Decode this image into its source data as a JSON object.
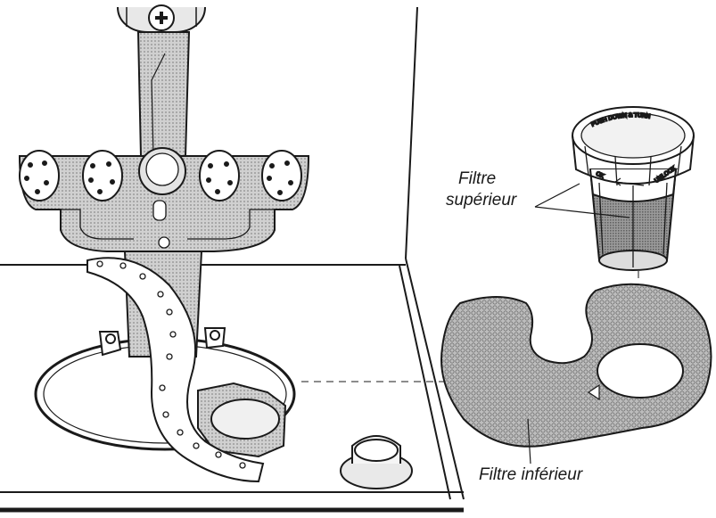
{
  "labels": {
    "upper_filter_line1": "Filtre",
    "upper_filter_line2": "supérieur",
    "lower_filter": "Filtre inférieur"
  },
  "ring_text": {
    "push": "PUSH DOWN & TURN",
    "unlock": "UNLOCK",
    "lock": "CK"
  },
  "colors": {
    "stroke": "#1a1a1a",
    "fill_gray": "#c9c9c9",
    "fill_light": "#e4e4e4",
    "fill_mid": "#a9a9a9"
  }
}
